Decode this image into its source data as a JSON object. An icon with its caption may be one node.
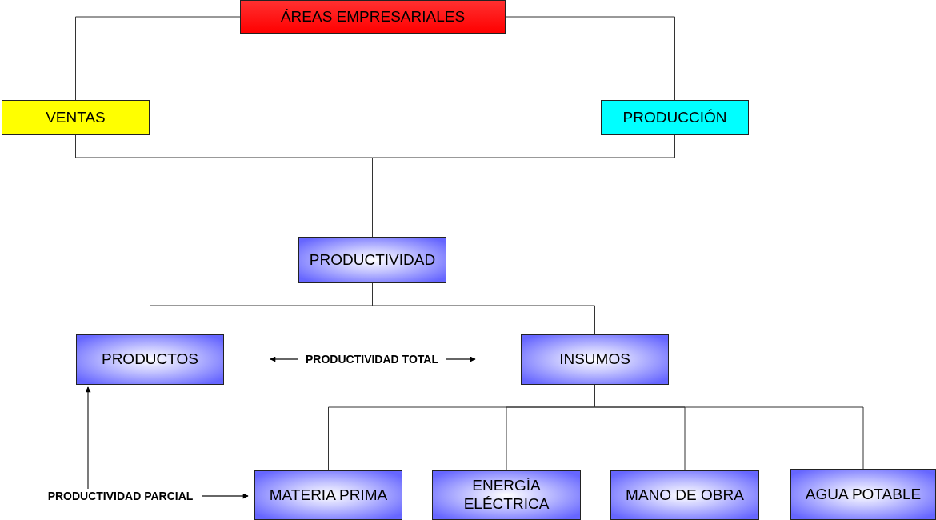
{
  "diagram": {
    "nodes": [
      {
        "text": [
          "ÁREAS EMPRESARIALES"
        ]
      },
      {
        "text": [
          "VENTAS"
        ]
      },
      {
        "text": [
          "PRODUCCIÓN"
        ]
      },
      {
        "text": [
          "PRODUCTIVIDAD"
        ]
      },
      {
        "text": [
          "PRODUCTOS"
        ]
      },
      {
        "text": [
          "INSUMOS"
        ]
      },
      {
        "text": [
          "MATERIA PRIMA"
        ]
      },
      {
        "text": [
          "ENERGÍA ELÉCTRICA"
        ]
      },
      {
        "text": [
          "MANO DE OBRA"
        ]
      },
      {
        "text": [
          "AGUA POTABLE"
        ]
      },
      {
        "text": [
          "PRODUCTIVIDAD TOTAL"
        ]
      },
      {
        "text": [
          "PRODUCTIVIDAD PARCIAL"
        ]
      }
    ],
    "edges": [
      {
        "from": 0,
        "to": 1,
        "arrow": "none"
      },
      {
        "from": 0,
        "to": 2,
        "arrow": "none"
      },
      {
        "from": 1,
        "to": 3,
        "arrow": "none"
      },
      {
        "from": 2,
        "to": 3,
        "arrow": "none"
      },
      {
        "from": 3,
        "to": 4,
        "arrow": "none"
      },
      {
        "from": 3,
        "to": 5,
        "arrow": "none"
      },
      {
        "from": 5,
        "to": 6,
        "arrow": "none"
      },
      {
        "from": 5,
        "to": 7,
        "arrow": "none"
      },
      {
        "from": 5,
        "to": 8,
        "arrow": "none"
      },
      {
        "from": 5,
        "to": 9,
        "arrow": "none"
      },
      {
        "from": 10,
        "to": null,
        "arrow": "to"
      },
      {
        "from": 10,
        "to": null,
        "arrow": "to"
      },
      {
        "from": 11,
        "to": 6,
        "arrow": "to"
      },
      {
        "from": 11,
        "to": 4,
        "arrow": "to"
      }
    ]
  }
}
